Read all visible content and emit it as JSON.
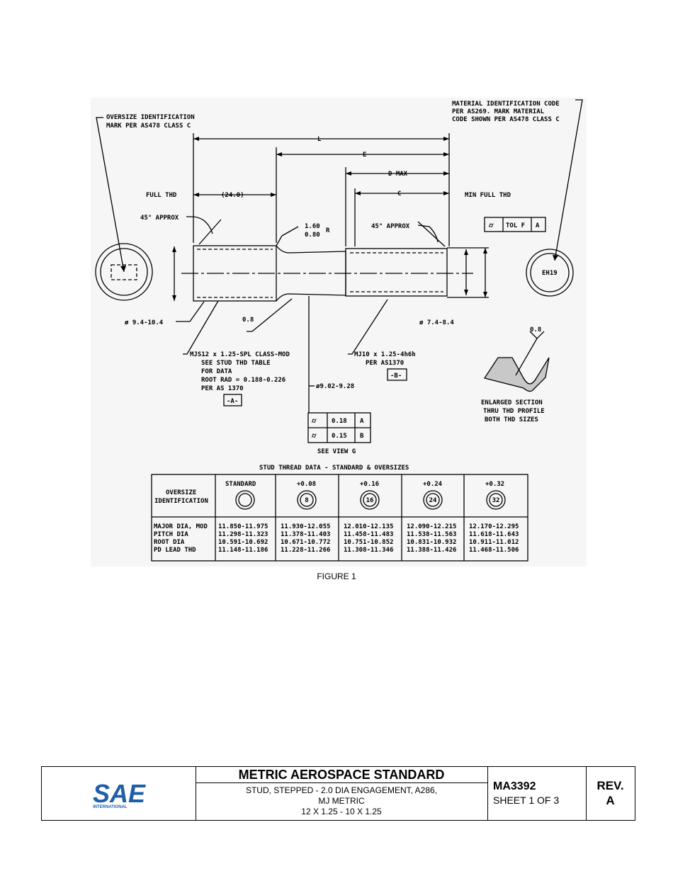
{
  "drawing": {
    "callouts": {
      "oversize_id_1": "OVERSIZE IDENTIFICATION",
      "oversize_id_2": "MARK PER AS478 CLASS C",
      "material_1": "MATERIAL IDENTIFICATION CODE",
      "material_2": "PER AS269.  MARK MATERIAL",
      "material_3": "CODE SHOWN PER AS478 CLASS C",
      "dim_L": "L",
      "dim_E": "E",
      "dim_D": "D MAX",
      "dim_C": "C",
      "full_thd": "FULL THD",
      "full_thd_len": "(24.0)",
      "min_full_thd": "MIN FULL THD",
      "approx_left": "45° APPROX",
      "approx_right": "45° APPROX",
      "radius_1": "1.60",
      "radius_2": "0.80",
      "radius_r": "R",
      "tol_sym": "⌭",
      "tol_label": "TOL F",
      "tol_ref": "A",
      "material_code": "EH19",
      "dia_left": "ø 9.4-10.4",
      "dia_right": "ø 7.4-8.4",
      "surface_08": "0.8",
      "left_thread_1": "MJS12 x 1.25-SPL CLASS-MOD",
      "left_thread_2": "SEE STUD THD TABLE",
      "left_thread_3": "FOR DATA",
      "left_thread_4": "ROOT RAD = 0.188-0.226",
      "left_thread_5": "PER AS 1370",
      "datum_a": "-A-",
      "right_thread_1": "MJ10 x 1.25-4h6h",
      "right_thread_2": "PER AS1370",
      "datum_b": "-B-",
      "shank_dia": "ø9.02-9.28",
      "runout_1": "0.18",
      "runout_1_ref": "A",
      "runout_2": "0.15",
      "runout_2_ref": "B",
      "see_view": "SEE VIEW G",
      "section_08": "0.8",
      "section_1": "ENLARGED SECTION",
      "section_2": "THRU THD PROFILE",
      "section_3": "BOTH THD SIZES"
    },
    "table": {
      "title": "STUD THREAD DATA - STANDARD & OVERSIZES",
      "header_label_1": "OVERSIZE",
      "header_label_2": "IDENTIFICATION",
      "columns": [
        {
          "header": "STANDARD",
          "mark": ""
        },
        {
          "header": "+0.08",
          "mark": "8"
        },
        {
          "header": "+0.16",
          "mark": "16"
        },
        {
          "header": "+0.24",
          "mark": "24"
        },
        {
          "header": "+0.32",
          "mark": "32"
        }
      ],
      "row_labels": [
        "MAJOR DIA, MOD",
        "PITCH DIA",
        "ROOT DIA",
        "PD LEAD THD"
      ],
      "values": [
        [
          "11.850-11.975",
          "11.298-11.323",
          "10.591-10.692",
          "11.148-11.186"
        ],
        [
          "11.930-12.055",
          "11.378-11.403",
          "10.671-10.772",
          "11.228-11.266"
        ],
        [
          "12.010-12.135",
          "11.458-11.483",
          "10.751-10.852",
          "11.308-11.346"
        ],
        [
          "12.090-12.215",
          "11.538-11.563",
          "10.831-10.932",
          "11.388-11.426"
        ],
        [
          "12.170-12.295",
          "11.618-11.643",
          "10.911-11.012",
          "11.468-11.506"
        ]
      ]
    }
  },
  "caption": "FIGURE 1",
  "title_block": {
    "logo_text": "SAE",
    "logo_sub": "INTERNATIONAL",
    "standard": "METRIC AEROSPACE STANDARD",
    "title_1": "STUD, STEPPED - 2.0 DIA ENGAGEMENT, A286,",
    "title_2": "MJ METRIC",
    "title_3": "12 X 1.25 - 10 X 1.25",
    "number": "MA3392",
    "sheet": "SHEET 1 OF 3",
    "rev_label": "REV.",
    "rev": "A"
  }
}
